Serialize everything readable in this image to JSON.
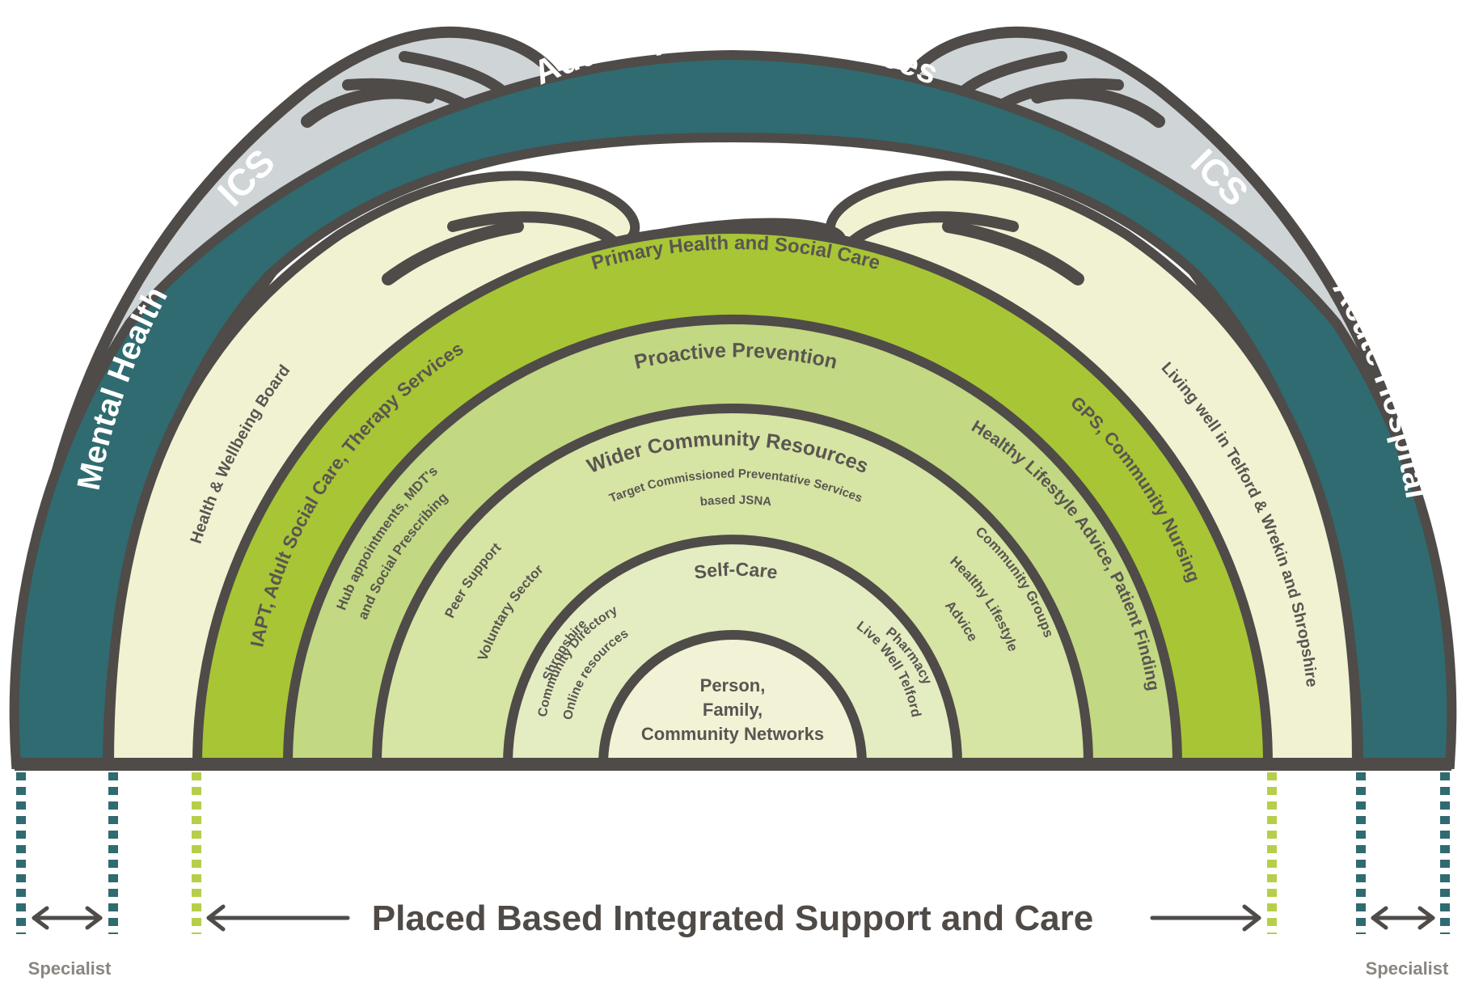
{
  "diagram": {
    "colors": {
      "outline": "#4f4b48",
      "ics_grey": "#cfd4d6",
      "teal": "#2f6b70",
      "pale_cream": "#f1f2d2",
      "lime_green": "#a7c535",
      "mid_green": "#c2d882",
      "light_green": "#d6e4a4",
      "pale_green": "#e4edc2",
      "core_cream": "#f2f3d6",
      "dash_teal": "#2f6b70",
      "dash_lime": "#b6cf4b"
    },
    "rings": {
      "adult_specialist": "Adult Specialist Services",
      "ics_left": "ICS",
      "ics_right": "ICS",
      "mental_health": "Mental Health",
      "acute_hospital": "Acute Hospital",
      "health_wellbeing_board": "Health & Wellbeing Board",
      "living_well": "Living well in Telford & Wrekin and Shropshire",
      "primary_care": "Primary Health and Social Care",
      "iapt": "IAPT, Adult Social Care, Therapy Services",
      "gps": "GPS, Community Nursing",
      "proactive_prevention": "Proactive Prevention",
      "hub_line1": "Hub appointments, MDT's",
      "hub_line2": "and Social Prescribing",
      "healthy_lifestyle_patient": "Healthy Lifestyle Advice, Patient Finding",
      "wider_community": "Wider Community Resources",
      "target_line1": "Target Commissioned Preventative Services",
      "target_line2": "based JSNA",
      "peer_support": "Peer Support",
      "voluntary_sector": "Voluntary Sector",
      "community_groups": "Community Groups",
      "healthy_lifestyle_line1": "Healthy Lifestyle",
      "healthy_lifestyle_line2": "Advice",
      "self_care": "Self-Care",
      "shropshire": "Shropshire",
      "community_directory": "Community Directory",
      "online_resources": "Online resources",
      "pharmacy": "Pharmacy",
      "live_well_telford": "Live Well Telford",
      "core_line1": "Person,",
      "core_line2": "Family,",
      "core_line3": "Community Networks"
    },
    "footer": {
      "place_based": "Placed Based Integrated Support and Care",
      "specialist_left": "Specialist",
      "specialist_right": "Specialist"
    },
    "icons": [
      "hand-icon",
      "double-arrow-icon"
    ]
  }
}
